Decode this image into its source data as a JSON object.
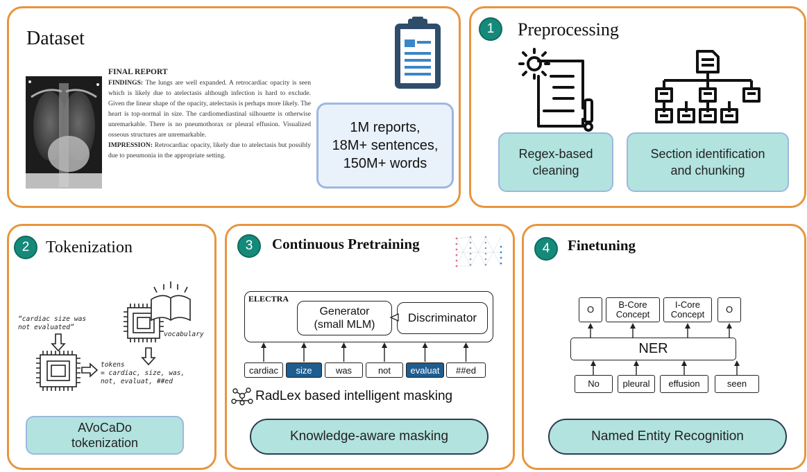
{
  "dataset": {
    "title": "Dataset",
    "report": {
      "heading": "FINAL REPORT",
      "findings_label": "FINDINGS:",
      "findings_text": "The lungs are well expanded. A retrocardiac opacity is seen which is likely due to atelectasis although infection is hard to exclude. Given the linear shape of the opacity, atelectasis is perhaps more likely. The heart is top-normal in size. The cardiomediastinal silhouette is otherwise unremarkable. There is no pneumothorax or pleural effusion. Visualized osseous structures are unremarkable.",
      "impression_label": "IMPRESSION:",
      "impression_text": "Retrocardiac opacity, likely due to atelectasis but possibly due to pneumonia in the appropriate setting."
    },
    "stats": [
      "1M reports,",
      "18M+ sentences,",
      "150M+ words"
    ],
    "icon": "clipboard-icon"
  },
  "preprocessing": {
    "number": "1",
    "title": "Preprocessing",
    "boxes": [
      {
        "lines": [
          "Regex-based",
          "cleaning"
        ],
        "icon": "document-gear-icon"
      },
      {
        "lines": [
          "Section identification",
          "and chunking"
        ],
        "icon": "hierarchy-icon"
      }
    ]
  },
  "tokenization": {
    "number": "2",
    "title": "Tokenization",
    "quote": [
      "“cardiac size was",
      "not evaluated”"
    ],
    "vocabulary_label": "vocabulary",
    "tokens_label": "tokens",
    "tokens_lines": [
      "= cardiac, size, was,",
      "not, evaluat, ##ed"
    ],
    "box_lines": [
      "AVoCaDo",
      "tokenization"
    ]
  },
  "pretraining": {
    "number": "3",
    "title": "Continuous Pretraining",
    "electra_label": "ELECTRA",
    "generator_lines": [
      "Generator",
      "(small MLM)"
    ],
    "discriminator_label": "Discriminator",
    "tokens": [
      {
        "text": "cardiac",
        "highlight": false
      },
      {
        "text": "size",
        "highlight": true
      },
      {
        "text": "was",
        "highlight": false
      },
      {
        "text": "not",
        "highlight": false
      },
      {
        "text": "evaluat",
        "highlight": true
      },
      {
        "text": "##ed",
        "highlight": false
      }
    ],
    "radlex_text": "RadLex based intelligent masking",
    "pill_label": "Knowledge-aware masking",
    "highlight_color": "#1f5d8f"
  },
  "finetuning": {
    "number": "4",
    "title": "Finetuning",
    "labels": [
      [
        "O"
      ],
      [
        "B-Core",
        "Concept"
      ],
      [
        "I-Core",
        "Concept"
      ],
      [
        "O"
      ]
    ],
    "ner_label": "NER",
    "inputs": [
      "No",
      "pleural",
      "effusion",
      "seen"
    ],
    "pill_label": "Named Entity Recognition"
  },
  "colors": {
    "panel_border": "#e8953e",
    "badge": "#168a7a",
    "teal_box": "#b2e3df",
    "stat_box": "#e9f1fb"
  }
}
